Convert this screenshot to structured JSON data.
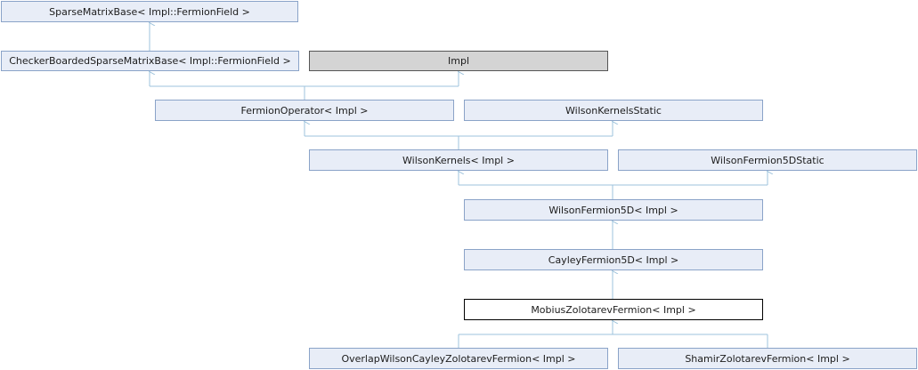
{
  "nodes": {
    "sparse_matrix_base": "SparseMatrixBase< Impl::FermionField >",
    "checkerboarded_sparse_matrix_base": "CheckerBoardedSparseMatrixBase< Impl::FermionField >",
    "impl": "Impl",
    "fermion_operator": "FermionOperator< Impl >",
    "wilson_kernels_static": "WilsonKernelsStatic",
    "wilson_kernels": "WilsonKernels< Impl >",
    "wilson_fermion_5d_static": "WilsonFermion5DStatic",
    "wilson_fermion_5d": "WilsonFermion5D< Impl >",
    "cayley_fermion_5d": "CayleyFermion5D< Impl >",
    "mobius_zolotarev_fermion": "MobiusZolotarevFermion< Impl >",
    "overlap_wilson_cayley_zolotarev_fermion": "OverlapWilsonCayleyZolotarevFermion< Impl >",
    "shamir_zolotarev_fermion": "ShamirZolotarevFermion< Impl >"
  },
  "colors": {
    "node_fill": "#e8edf7",
    "node_border": "#8aa3c8",
    "external_fill": "#d4d4d4",
    "current_fill": "#ffffff",
    "edge": "#9ec3dc"
  }
}
